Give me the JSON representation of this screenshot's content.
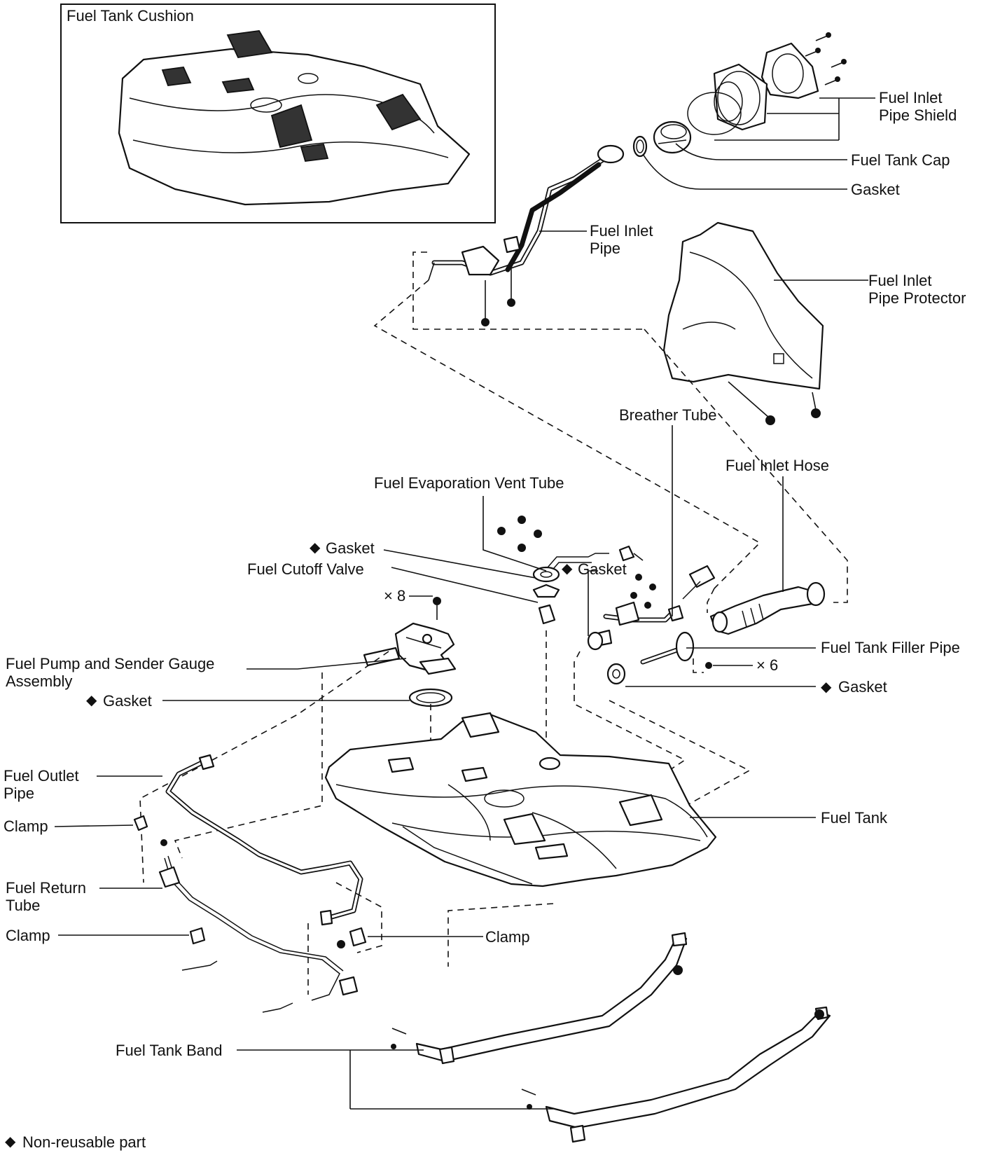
{
  "labels": {
    "cushion_title": "Fuel Tank Cushion",
    "inlet_pipe_shield_1": "Fuel Inlet",
    "inlet_pipe_shield_2": "Pipe Shield",
    "tank_cap": "Fuel Tank Cap",
    "gasket_top": "Gasket",
    "inlet_pipe_1": "Fuel Inlet",
    "inlet_pipe_2": "Pipe",
    "inlet_pipe_protector_1": "Fuel Inlet",
    "inlet_pipe_protector_2": "Pipe Protector",
    "breather_tube": "Breather Tube",
    "inlet_hose": "Fuel Inlet Hose",
    "evap_vent_tube": "Fuel Evaporation Vent Tube",
    "gasket_a": "Gasket",
    "cutoff_valve": "Fuel Cutoff Valve",
    "gasket_b": "Gasket",
    "x8": "× 8",
    "filler_pipe": "Fuel Tank Filler Pipe",
    "x6": "× 6",
    "gasket_c": "Gasket",
    "pump_assy_1": "Fuel Pump and Sender Gauge",
    "pump_assy_2": "Assembly",
    "gasket_d": "Gasket",
    "outlet_pipe_1": "Fuel Outlet",
    "outlet_pipe_2": "Pipe",
    "clamp_1": "Clamp",
    "fuel_tank": "Fuel Tank",
    "return_tube_1": "Fuel Return",
    "return_tube_2": "Tube",
    "clamp_2": "Clamp",
    "clamp_3": "Clamp",
    "tank_band": "Fuel Tank Band",
    "legend": "Non-reusable part"
  }
}
